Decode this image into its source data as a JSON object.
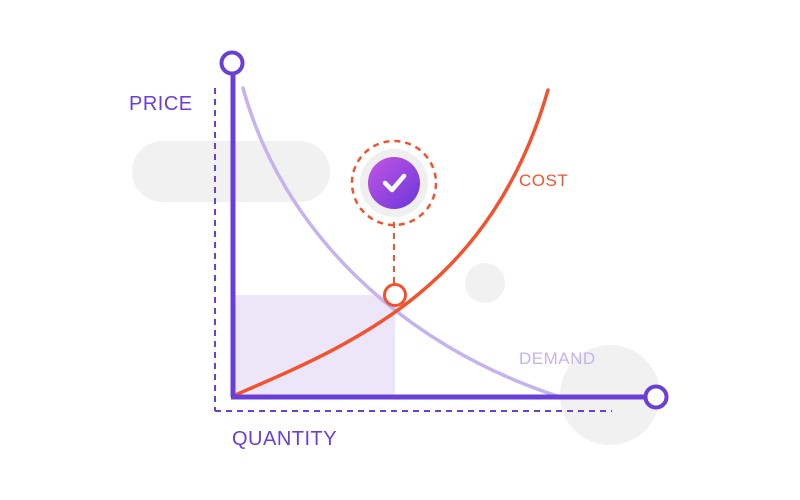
{
  "labels": {
    "y_axis": "PRICE",
    "x_axis": "QUANTITY",
    "cost_curve": "COST",
    "demand_curve": "DEMAND"
  },
  "icons": {
    "equilibrium_badge": "checkmark-icon"
  },
  "colors": {
    "axis": "#6a3fd6",
    "cost": "#f2522e",
    "demand": "#c5b3ee",
    "highlight_fill": "#ece6f8",
    "background_shape": "#f1f1f1",
    "badge_gradient_start": "#c355e6",
    "badge_gradient_end": "#6a36d9"
  }
}
